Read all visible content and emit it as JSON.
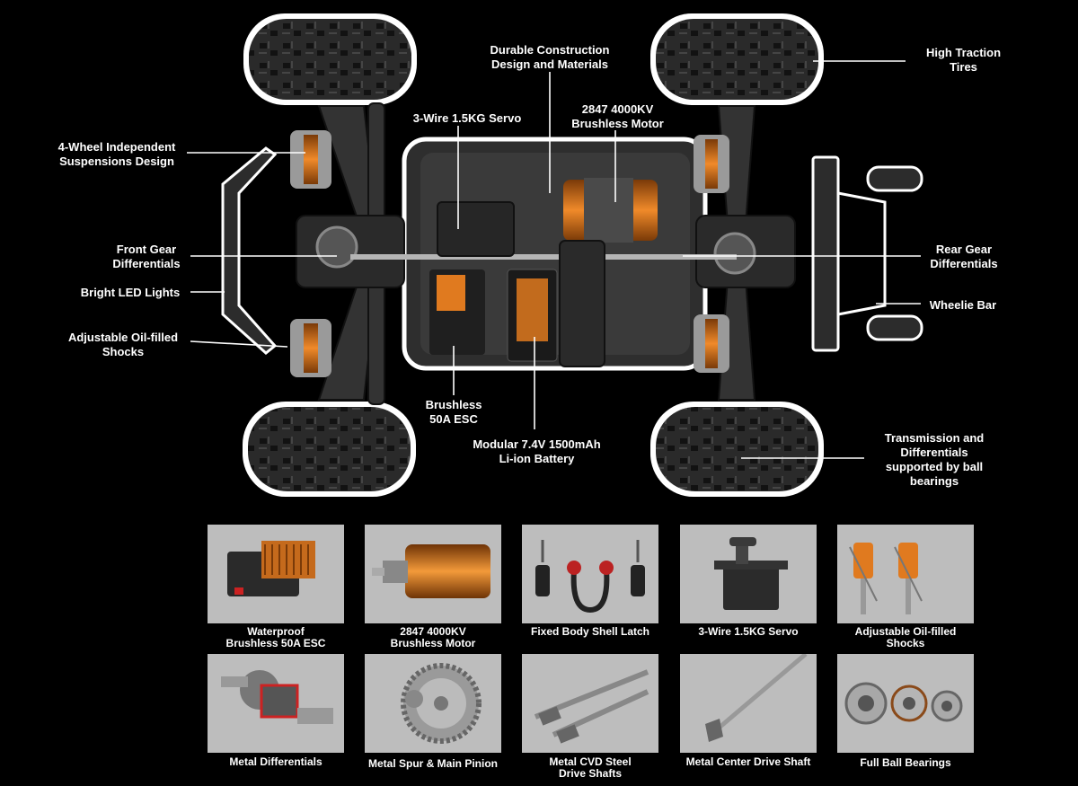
{
  "callouts": {
    "durable": "Durable Construction\nDesign and Materials",
    "tires": "High Traction\nTires",
    "servo": "3-Wire 1.5KG Servo",
    "motor": "2847 4000KV\nBrushless Motor",
    "suspension": "4-Wheel Independent\nSuspensions Design",
    "front_diff": "Front Gear\nDifferentials",
    "led": "Bright LED Lights",
    "shocks": "Adjustable Oil-filled\nShocks",
    "rear_diff": "Rear Gear\nDifferentials",
    "wheelie": "Wheelie Bar",
    "esc": "Brushless\n50A ESC",
    "battery": "Modular 7.4V 1500mAh\nLi-ion Battery",
    "transmission": "Transmission and\nDifferentials\nsupported by ball\nbearings"
  },
  "parts": [
    {
      "label": "Waterproof\nBrushless 50A ESC",
      "icon": "esc-icon"
    },
    {
      "label": "2847 4000KV\nBrushless Motor",
      "icon": "motor-icon"
    },
    {
      "label": "Fixed Body Shell Latch",
      "icon": "latch-icon"
    },
    {
      "label": "3-Wire 1.5KG Servo",
      "icon": "servo-icon"
    },
    {
      "label": "Adjustable Oil-filled\nShocks",
      "icon": "shocks-icon"
    },
    {
      "label": "Metal Differentials",
      "icon": "differential-icon"
    },
    {
      "label": "Metal Spur & Main Pinion",
      "icon": "gear-icon"
    },
    {
      "label": "Metal CVD Steel\nDrive Shafts",
      "icon": "drive-shaft-icon"
    },
    {
      "label": "Metal Center Drive Shaft",
      "icon": "center-shaft-icon"
    },
    {
      "label": "Full Ball Bearings",
      "icon": "bearing-icon"
    }
  ],
  "colors": {
    "accent": "#e07a1f",
    "chassis": "#3a3a3a",
    "tile": "#bdbdbd",
    "background": "#000000"
  }
}
